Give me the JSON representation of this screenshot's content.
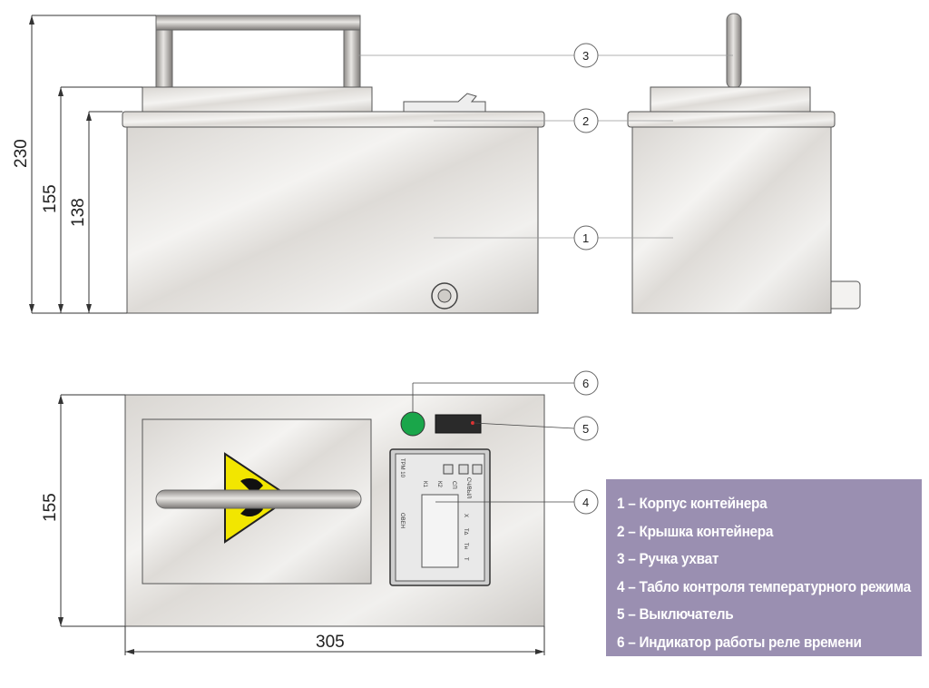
{
  "dimensions": {
    "height_total": "230",
    "height_with_lid": "155",
    "height_body": "138",
    "depth_top_view": "155",
    "width_top_view": "305"
  },
  "callouts": [
    "1",
    "2",
    "3",
    "4",
    "5",
    "6"
  ],
  "panel": {
    "model": "ТРМ 10",
    "brand": "ОВЕН",
    "indicators": [
      "К1",
      "К2",
      "СП",
      "СЧ/ВЫЛ"
    ],
    "side_labels": [
      "Т",
      "Тн",
      "Т∆",
      "Х"
    ]
  },
  "legend": [
    "1 – Корпус контейнера",
    "2 – Крышка контейнера",
    "3 – Ручка ухват",
    "4 – Табло контроля температурного режима",
    "5 – Выключатель",
    "6 – Индикатор работы реле времени"
  ],
  "colors": {
    "legend_bg": "#9a8fb1",
    "led": "#1aa64a",
    "hazard": "#f2e600"
  }
}
